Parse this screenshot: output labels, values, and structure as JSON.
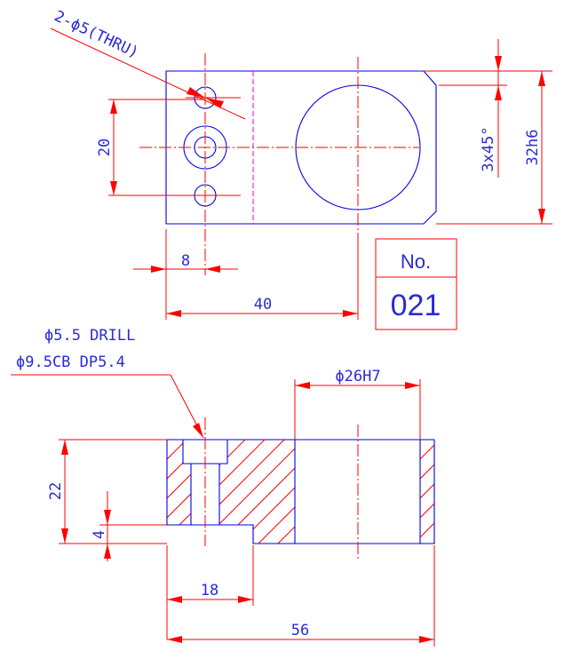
{
  "drawing": {
    "number_label": "No.",
    "number_value": "021",
    "holes_note": "2-ϕ5(THRU)",
    "dim_20": "20",
    "dim_8": "8",
    "dim_40": "40",
    "chamfer": "3x45°",
    "dim_32h6": "32h6",
    "drill_note": "ϕ5.5 DRILL",
    "cb_note": "ϕ9.5CB DP5.4",
    "bore_note": "ϕ26H7",
    "dim_22": "22",
    "dim_4": "4",
    "dim_18": "18",
    "dim_56": "56"
  },
  "colors": {
    "outline": "#0000e6",
    "dimension": "#ff0000",
    "hidden_line": "#e000e0",
    "text": "#2b2bd6"
  }
}
